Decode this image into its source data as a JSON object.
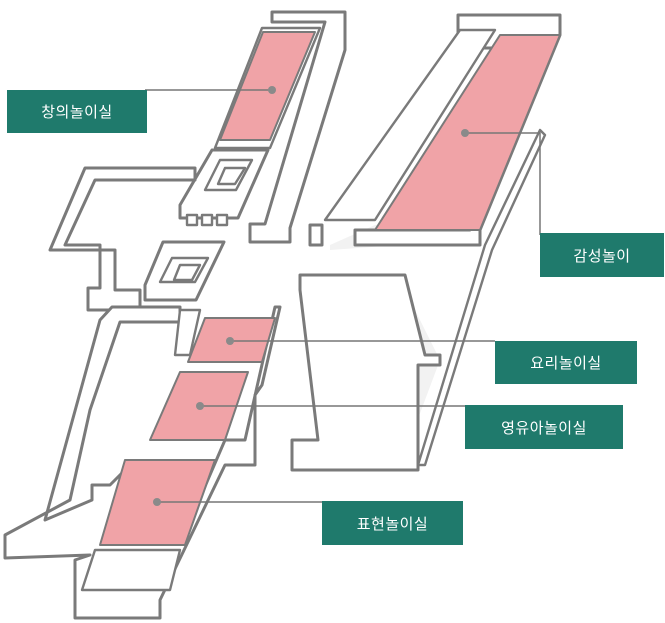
{
  "colors": {
    "label_bg": "#1f7a6c",
    "label_text": "#ffffff",
    "room_fill": "#f0a3a7",
    "wall_stroke": "#7a7a7a",
    "floor_fill": "#f2f2f2"
  },
  "rooms": {
    "changui": {
      "label": "창의놀이실"
    },
    "gamseong": {
      "label": "감성놀이"
    },
    "yori": {
      "label": "요리놀이실"
    },
    "yeongyuah": {
      "label": "영유아놀이실"
    },
    "pyohyeon": {
      "label": "표현놀이실"
    }
  }
}
